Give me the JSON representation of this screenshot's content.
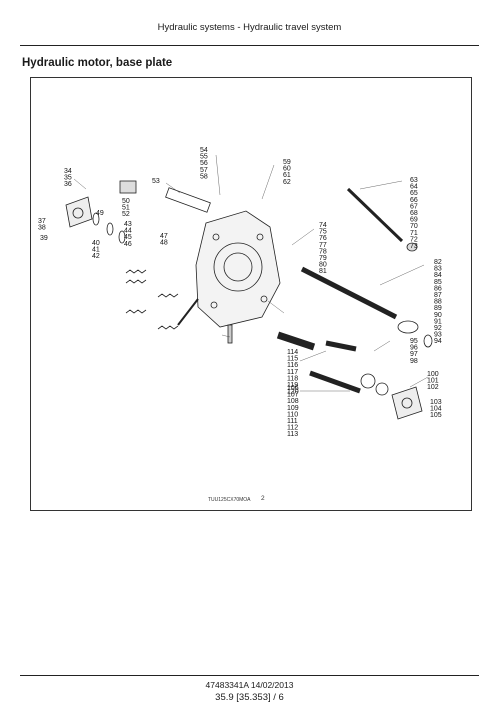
{
  "header": {
    "section": "Hydraulic systems - Hydraulic travel system"
  },
  "page_title": "Hydraulic motor, base plate",
  "figure": {
    "caption_code": "TUU125CX70MOA",
    "figure_number": "2",
    "callouts": [
      {
        "label": "34"
      },
      {
        "label": "35"
      },
      {
        "label": "36"
      },
      {
        "label": "37"
      },
      {
        "label": "38"
      },
      {
        "label": "39"
      },
      {
        "label": "40"
      },
      {
        "label": "41"
      },
      {
        "label": "42"
      },
      {
        "label": "43"
      },
      {
        "label": "44"
      },
      {
        "label": "45"
      },
      {
        "label": "46"
      },
      {
        "label": "47"
      },
      {
        "label": "48"
      },
      {
        "label": "49"
      },
      {
        "label": "50"
      },
      {
        "label": "51"
      },
      {
        "label": "52"
      },
      {
        "label": "53"
      },
      {
        "label": "54"
      },
      {
        "label": "55"
      },
      {
        "label": "56"
      },
      {
        "label": "57"
      },
      {
        "label": "58"
      },
      {
        "label": "59"
      },
      {
        "label": "60"
      },
      {
        "label": "61"
      },
      {
        "label": "62"
      },
      {
        "label": "63"
      },
      {
        "label": "64"
      },
      {
        "label": "65"
      },
      {
        "label": "66"
      },
      {
        "label": "67"
      },
      {
        "label": "68"
      },
      {
        "label": "69"
      },
      {
        "label": "70"
      },
      {
        "label": "71"
      },
      {
        "label": "72"
      },
      {
        "label": "73"
      },
      {
        "label": "74"
      },
      {
        "label": "75"
      },
      {
        "label": "76"
      },
      {
        "label": "77"
      },
      {
        "label": "78"
      },
      {
        "label": "79"
      },
      {
        "label": "80"
      },
      {
        "label": "81"
      },
      {
        "label": "82"
      },
      {
        "label": "83"
      },
      {
        "label": "84"
      },
      {
        "label": "85"
      },
      {
        "label": "86"
      },
      {
        "label": "87"
      },
      {
        "label": "88"
      },
      {
        "label": "89"
      },
      {
        "label": "90"
      },
      {
        "label": "91"
      },
      {
        "label": "92"
      },
      {
        "label": "93"
      },
      {
        "label": "94"
      },
      {
        "label": "95"
      },
      {
        "label": "96"
      },
      {
        "label": "97"
      },
      {
        "label": "98"
      },
      {
        "label": "100"
      },
      {
        "label": "101"
      },
      {
        "label": "102"
      },
      {
        "label": "103"
      },
      {
        "label": "104"
      },
      {
        "label": "105"
      },
      {
        "label": "106"
      },
      {
        "label": "107"
      },
      {
        "label": "108"
      },
      {
        "label": "109"
      },
      {
        "label": "110"
      },
      {
        "label": "111"
      },
      {
        "label": "112"
      },
      {
        "label": "113"
      },
      {
        "label": "114"
      },
      {
        "label": "115"
      },
      {
        "label": "116"
      },
      {
        "label": "117"
      },
      {
        "label": "118"
      },
      {
        "label": "119"
      },
      {
        "label": "120"
      }
    ]
  },
  "footer": {
    "doc_ref": "47483341A 14/02/2013",
    "page_ref": "35.9 [35.353] / 6"
  }
}
